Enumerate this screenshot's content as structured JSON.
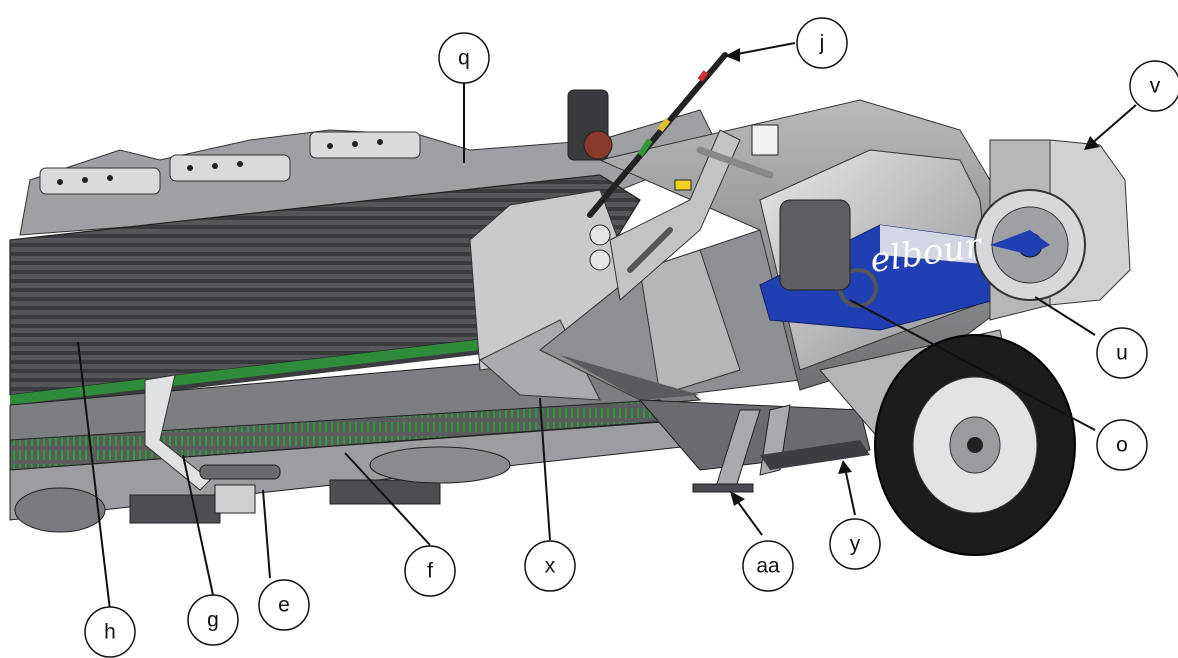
{
  "figure": {
    "callouts": [
      {
        "id": "q",
        "label": "q"
      },
      {
        "id": "j",
        "label": "j"
      },
      {
        "id": "v",
        "label": "v"
      },
      {
        "id": "u",
        "label": "u"
      },
      {
        "id": "o",
        "label": "o"
      },
      {
        "id": "y",
        "label": "y"
      },
      {
        "id": "aa",
        "label": "aa"
      },
      {
        "id": "x",
        "label": "x"
      },
      {
        "id": "f",
        "label": "f"
      },
      {
        "id": "e",
        "label": "e"
      },
      {
        "id": "g",
        "label": "g"
      },
      {
        "id": "h",
        "label": "h"
      }
    ],
    "brand_lettering": "elbour",
    "colors": {
      "body_grey": "#8c8d90",
      "dark_grey": "#4a4b4e",
      "light_grey": "#d6d7d9",
      "accent_blue": "#1f3fb3",
      "tine_green": "#2e9a3a",
      "tire_black": "#1c1c1d"
    }
  }
}
